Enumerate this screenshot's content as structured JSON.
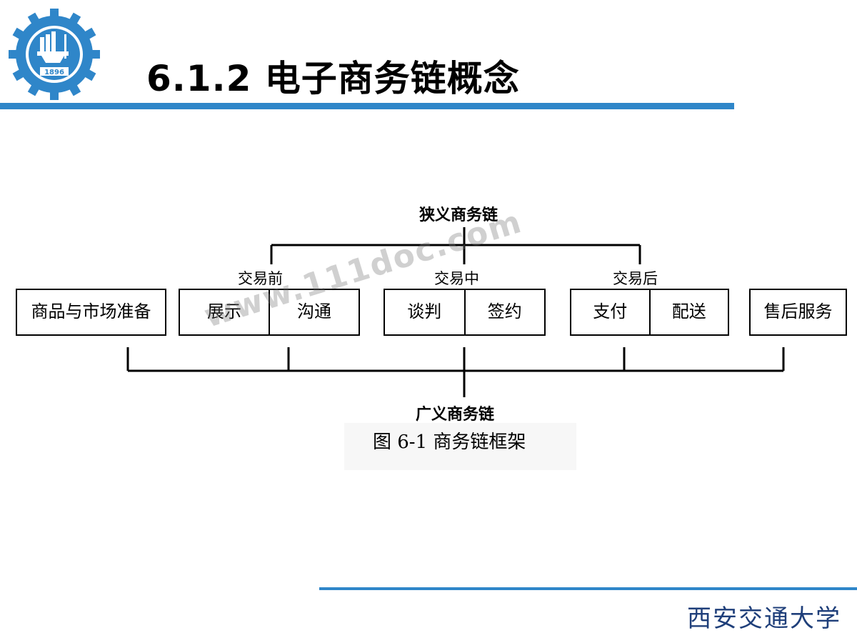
{
  "logo": {
    "year": "1896"
  },
  "header": {
    "title": "6.1.2 电子商务链概念"
  },
  "diagram": {
    "narrow_chain_label": "狭义商务链",
    "broad_chain_label": "广义商务链",
    "phases": {
      "before": "交易前",
      "during": "交易中",
      "after": "交易后"
    },
    "boxes": {
      "market_prep": "商品与市场准备",
      "display": "展示",
      "communicate": "沟通",
      "negotiate": "谈判",
      "sign": "签约",
      "pay": "支付",
      "deliver": "配送",
      "after_sales": "售后服务"
    },
    "caption": "图 6-1  商务链框架"
  },
  "watermark": "www.111doc.com",
  "footer": {
    "university": "西安交通大学"
  },
  "colors": {
    "accent": "#2f86c9",
    "university_text": "#1f3f7a"
  }
}
